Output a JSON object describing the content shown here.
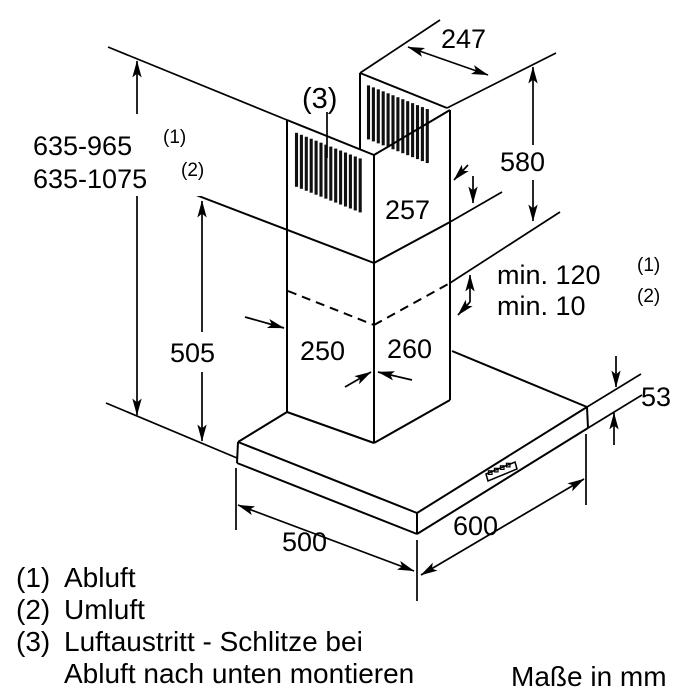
{
  "dimensions": {
    "height_range_abluft": "635-965",
    "height_range_abluft_ref": "(1)",
    "height_range_umluft": "635-1075",
    "height_range_umluft_ref": "(2)",
    "chimney_top_depth": "247",
    "chimney_upper_height": "580",
    "chimney_upper_visible_height": "257",
    "vent_label": "(3)",
    "min_overlap_abluft": "min. 120",
    "min_overlap_abluft_ref": "(1)",
    "min_overlap_umluft": "min. 10",
    "min_overlap_umluft_ref": "(2)",
    "chimney_lower_height": "505",
    "chimney_depth": "250",
    "chimney_width": "260",
    "canopy_height": "53",
    "canopy_depth": "500",
    "canopy_width": "600"
  },
  "legend": {
    "item1_key": "(1)",
    "item1_text": "Abluft",
    "item2_key": "(2)",
    "item2_text": "Umluft",
    "item3_key": "(3)",
    "item3_text": "Luftaustritt - Schlitze bei",
    "item3_text2": "Abluft nach unten montieren"
  },
  "footer": {
    "units_note": "Maße in mm"
  },
  "colors": {
    "line": "#000000",
    "background": "#ffffff"
  }
}
